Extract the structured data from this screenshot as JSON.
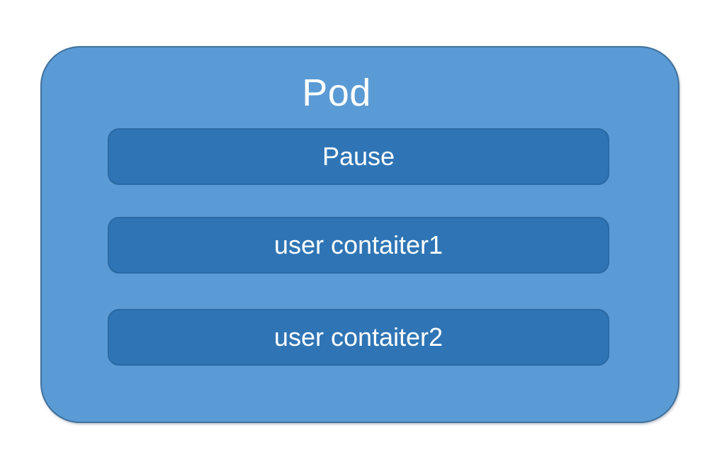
{
  "diagram": {
    "title": "Pod",
    "containers": [
      {
        "label": "Pause"
      },
      {
        "label": "user contaiter1"
      },
      {
        "label": "user contaiter2"
      }
    ],
    "colors": {
      "pod_fill": "#5B9BD5",
      "pod_border": "#41719C",
      "container_fill": "#2F75B5",
      "container_border": "#2A69A4",
      "label_text": "#FFFFFF"
    }
  }
}
